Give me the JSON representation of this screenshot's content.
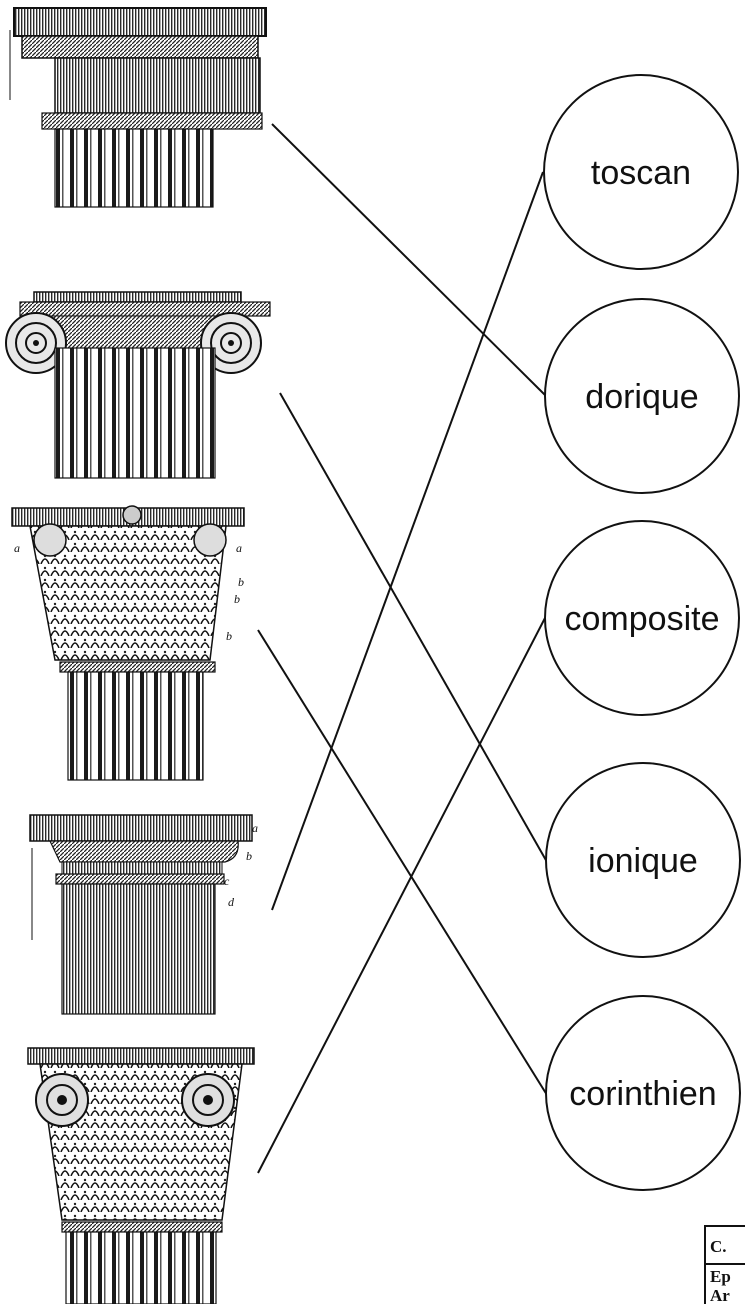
{
  "orders": [
    {
      "label": "toscan"
    },
    {
      "label": "dorique"
    },
    {
      "label": "composite"
    },
    {
      "label": "ionique"
    },
    {
      "label": "corinthien"
    }
  ],
  "column_letters": {
    "corinthian": [
      "a",
      "a",
      "b",
      "b",
      "b"
    ],
    "tuscan": [
      "a",
      "b",
      "c",
      "d"
    ]
  },
  "footer": {
    "row1": "C.",
    "row2": "Ep",
    "row3": "Ar"
  }
}
